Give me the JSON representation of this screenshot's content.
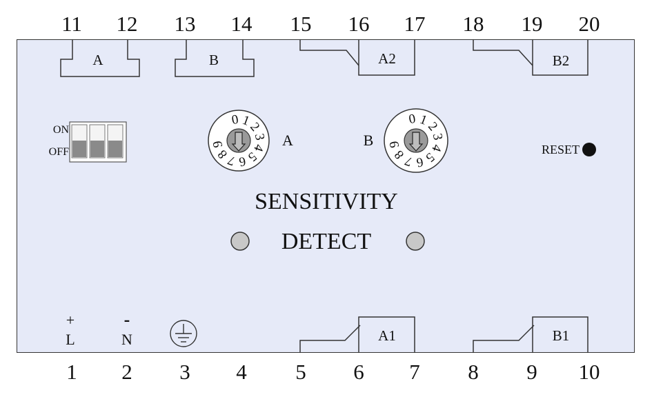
{
  "terminals": {
    "top": [
      "11",
      "12",
      "13",
      "14",
      "15",
      "16",
      "17",
      "18",
      "19",
      "20"
    ],
    "bottom": [
      "1",
      "2",
      "3",
      "4",
      "5",
      "6",
      "7",
      "8",
      "9",
      "10"
    ]
  },
  "relays": {
    "a": "A",
    "b": "B",
    "a2": "A2",
    "b2": "B2",
    "a1": "A1",
    "b1": "B1"
  },
  "dip_switch": {
    "on": "ON",
    "off": "OFF"
  },
  "dials": {
    "a_label": "A",
    "b_label": "B",
    "digits": [
      "0",
      "1",
      "2",
      "3",
      "4",
      "5",
      "6",
      "7",
      "8",
      "9"
    ]
  },
  "reset_label": "RESET",
  "sensitivity_label": "SENSITIVITY",
  "detect_label": "DETECT",
  "power": {
    "plus": "+",
    "l": "L",
    "minus": "-",
    "n": "N"
  },
  "colors": {
    "panel": "#e6eaf8",
    "led": "#c8c8c8",
    "reset_button": "#111111"
  }
}
